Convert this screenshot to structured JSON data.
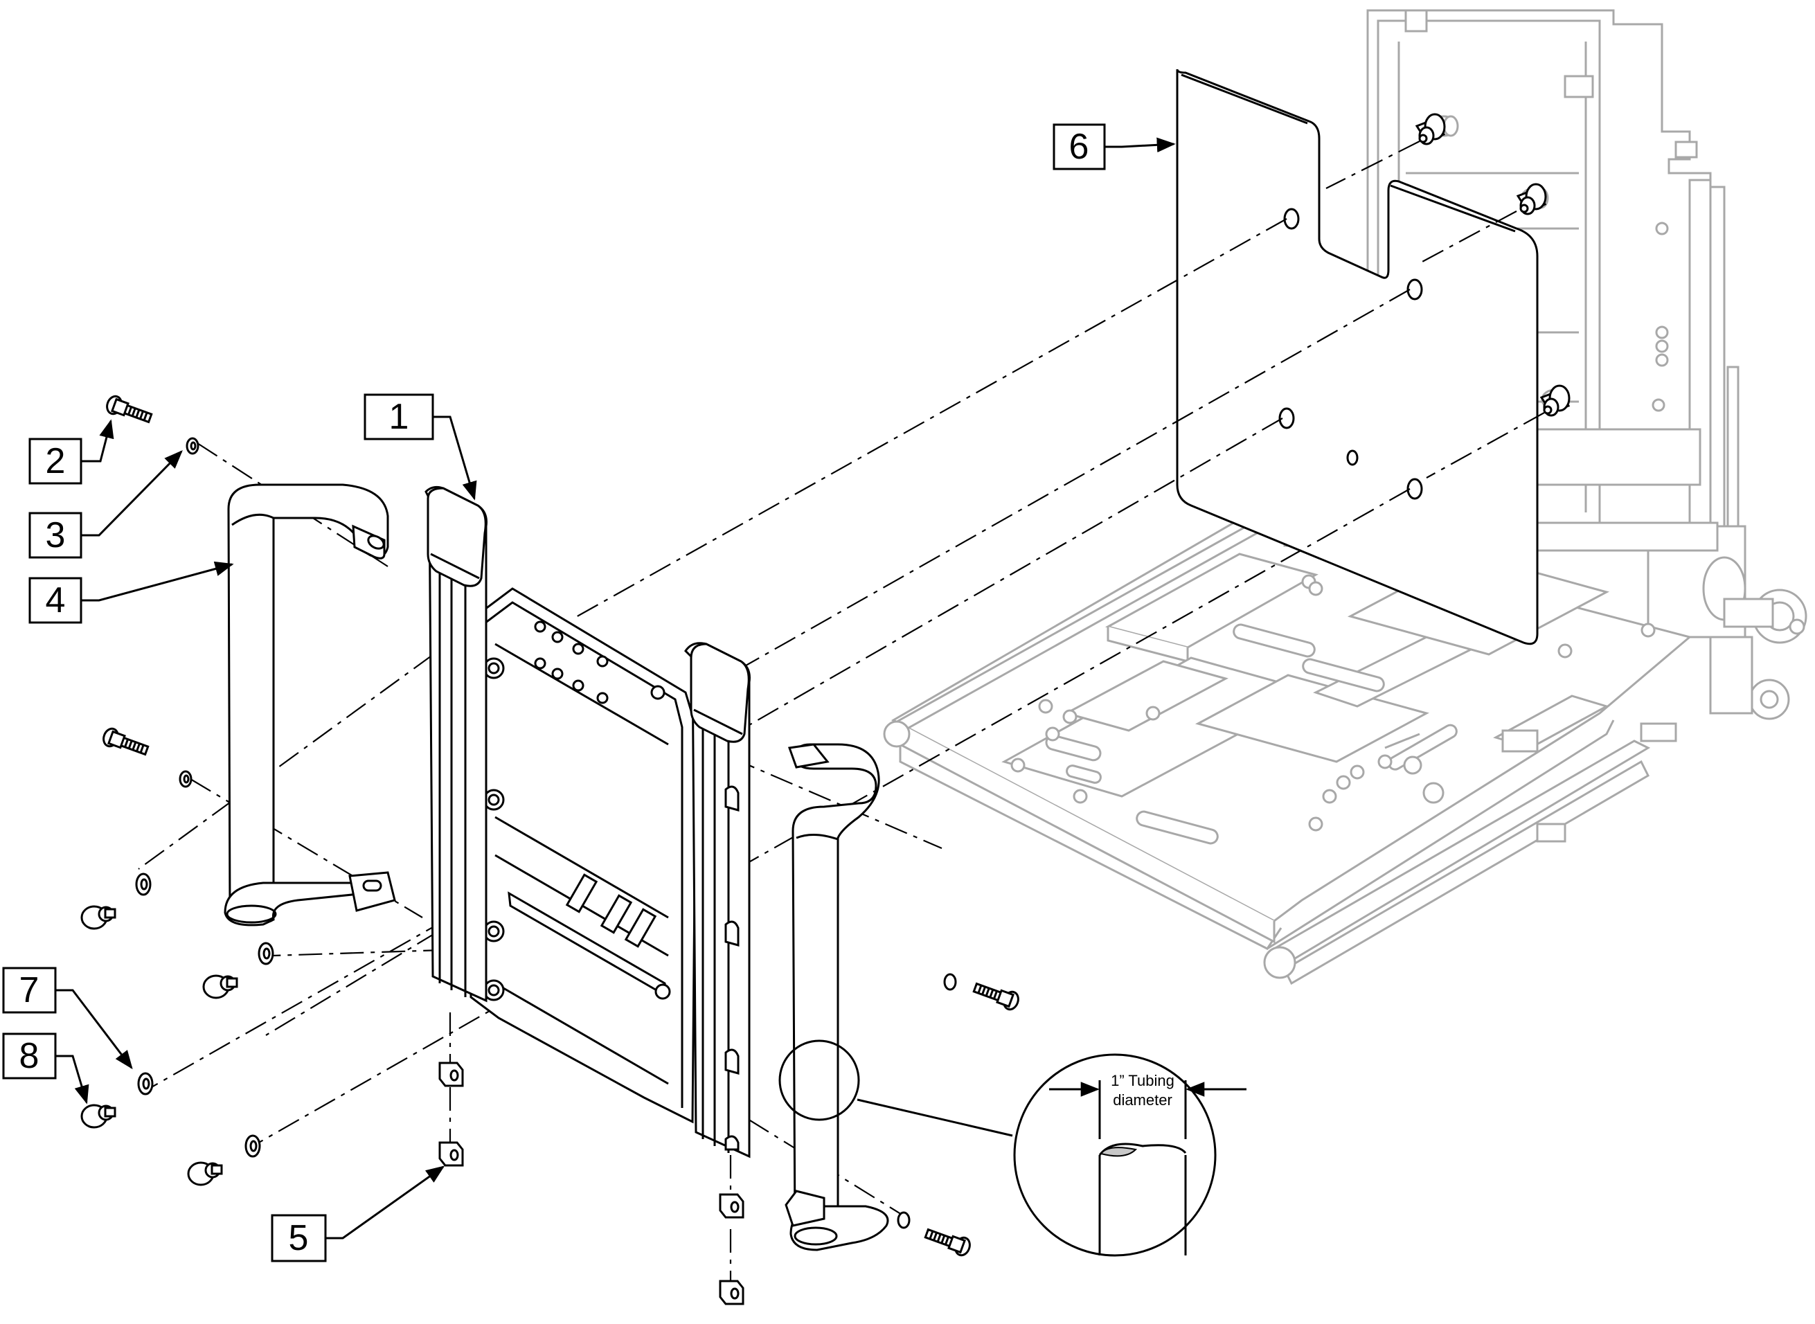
{
  "callouts": [
    {
      "id": "1",
      "label": "1"
    },
    {
      "id": "2",
      "label": "2"
    },
    {
      "id": "3",
      "label": "3"
    },
    {
      "id": "4",
      "label": "4"
    },
    {
      "id": "5",
      "label": "5"
    },
    {
      "id": "6",
      "label": "6"
    },
    {
      "id": "7",
      "label": "7"
    },
    {
      "id": "8",
      "label": "8"
    }
  ],
  "detail_view": {
    "line1": "1” Tubing",
    "line2": "diameter"
  }
}
